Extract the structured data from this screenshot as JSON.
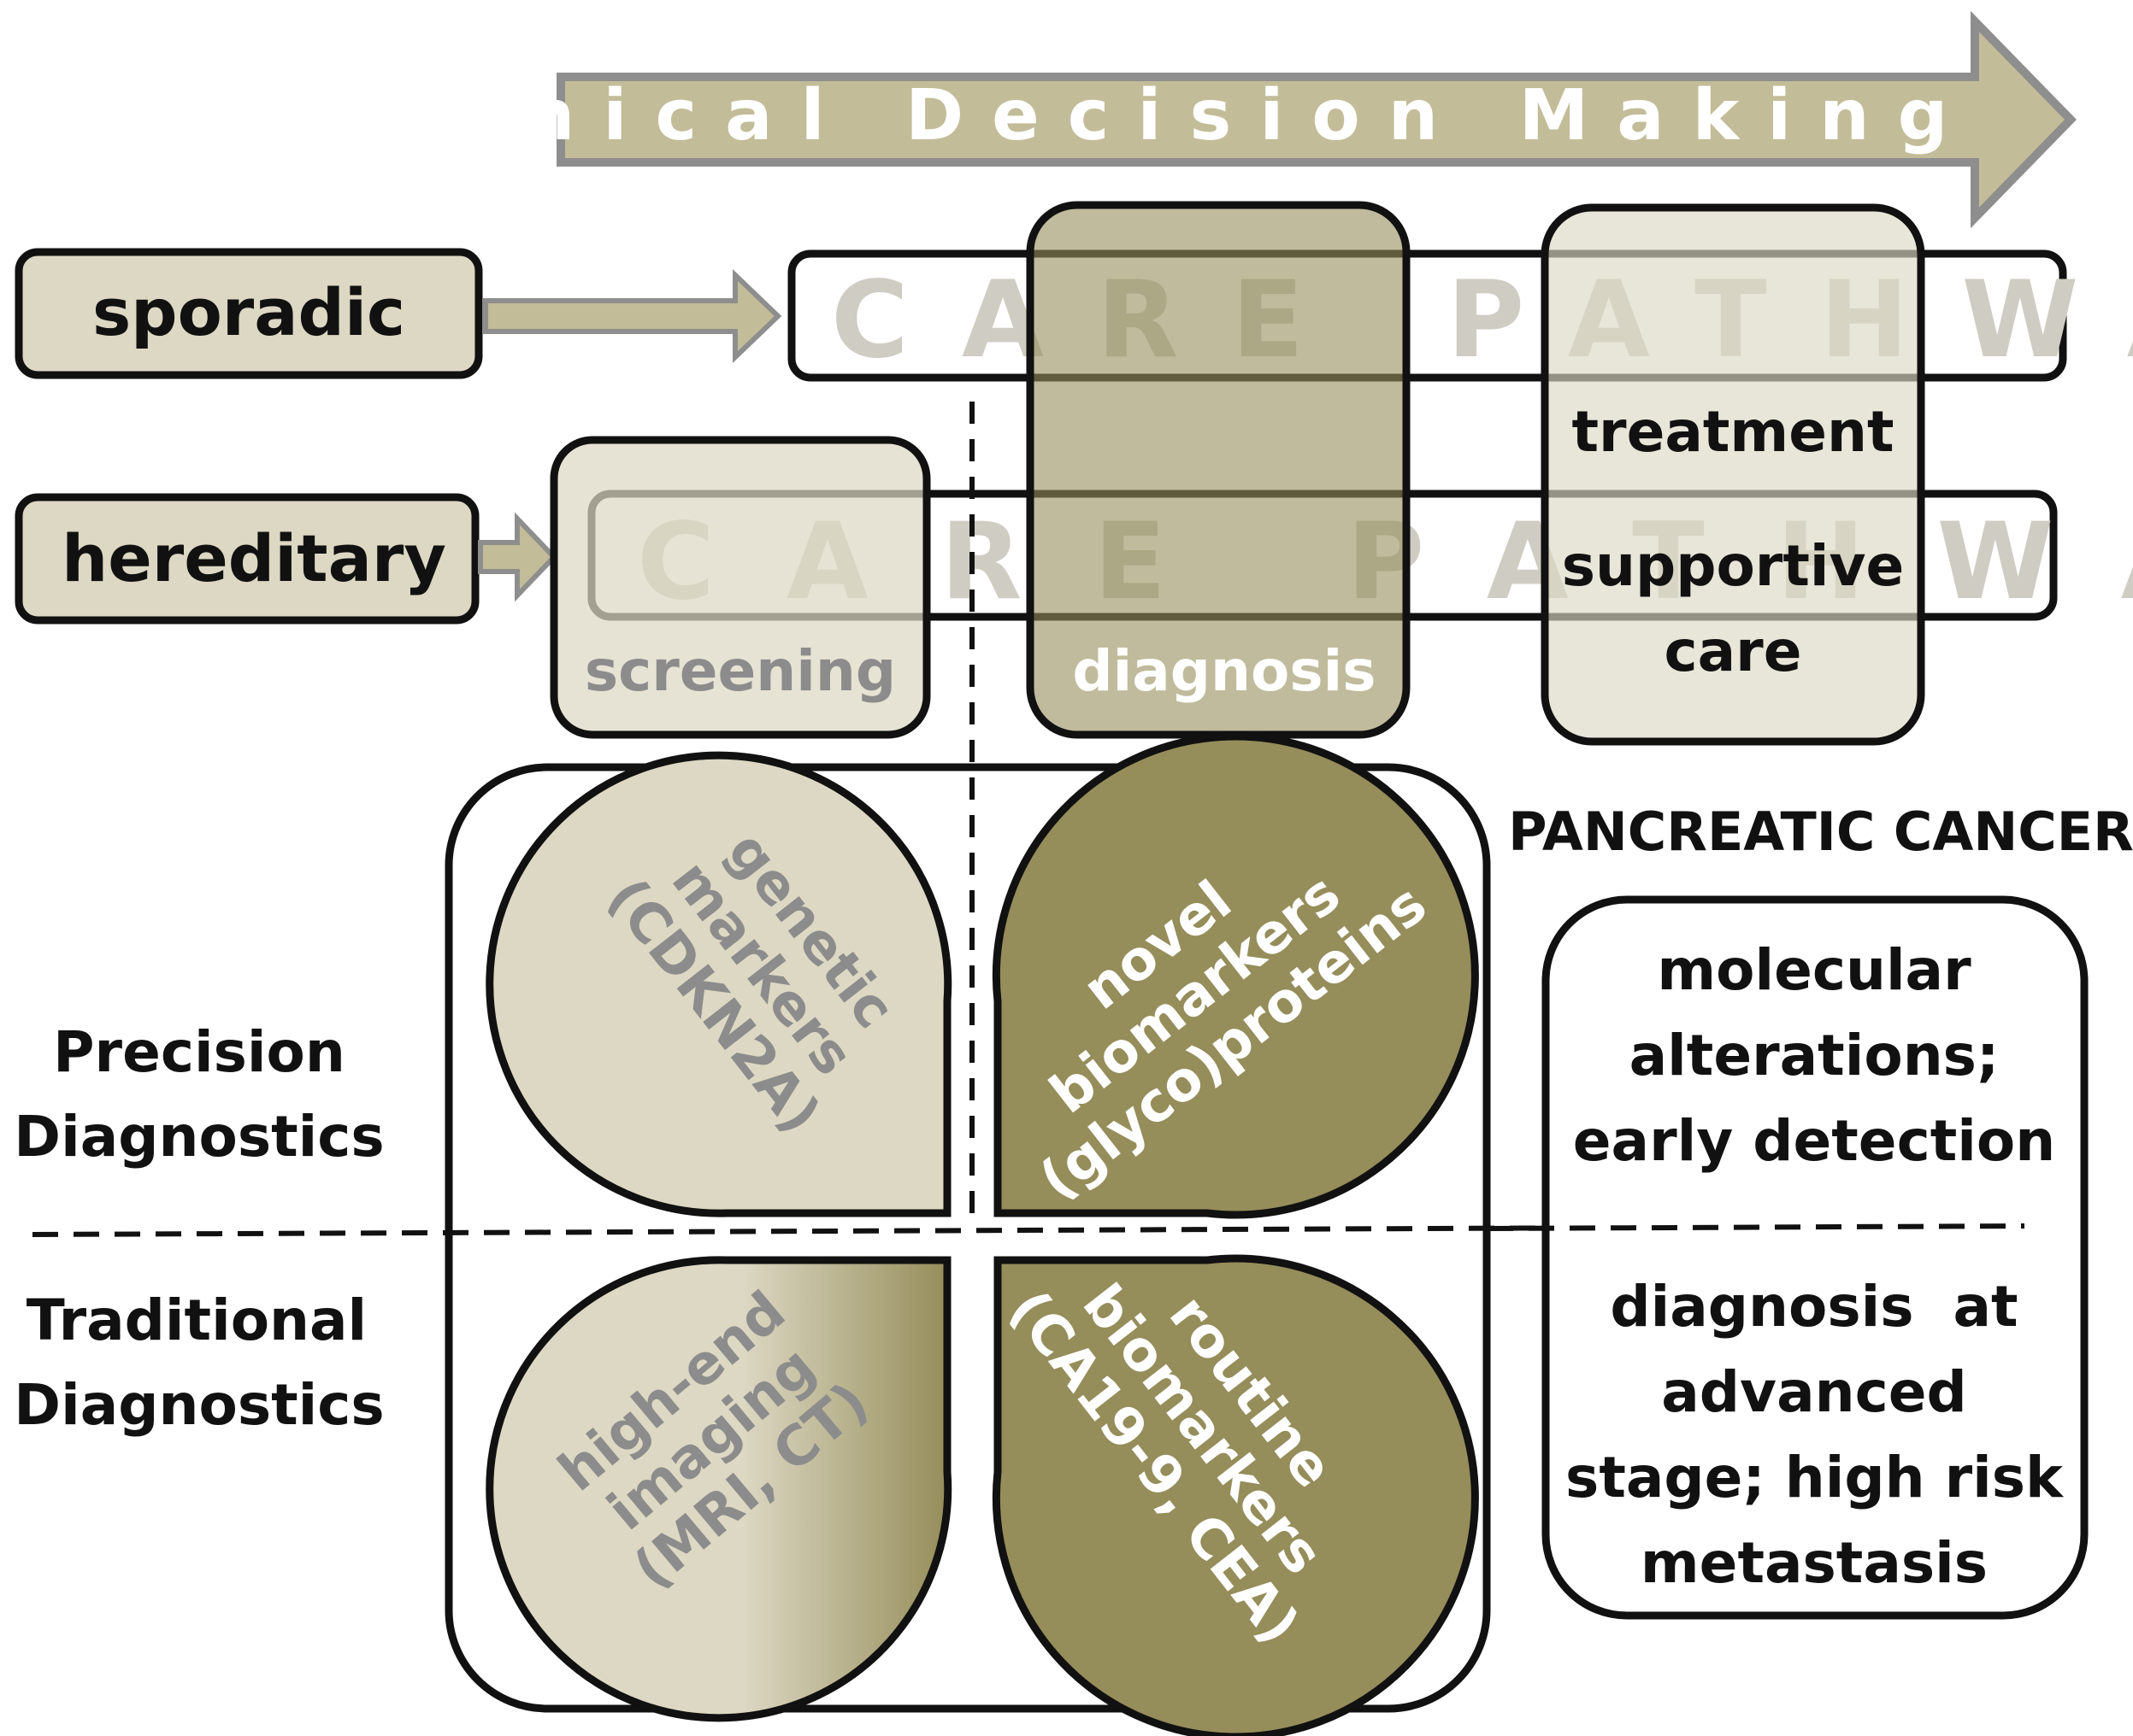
{
  "arrow_title": "Clinical Decision Making",
  "rows": {
    "sporadic": {
      "label": "sporadic",
      "pathway": "CARE PATHWAY"
    },
    "hereditary": {
      "label": "hereditary",
      "pathway": "CARE PATHWAY"
    }
  },
  "stages": {
    "screening": "screening",
    "diagnosis": "diagnosis",
    "treatment": "treatment",
    "supportive_line1": "supportive",
    "supportive_line2": "care"
  },
  "row_labels": {
    "precision_line1": "Precision",
    "precision_line2": "Diagnostics",
    "traditional_line1": "Traditional",
    "traditional_line2": "Diagnostics"
  },
  "quadrants": {
    "genetic": [
      "genetic",
      "markers",
      "(CDKN2A)"
    ],
    "novel": [
      "novel",
      "biomarkers",
      "(glyco)proteins"
    ],
    "imaging": [
      "high-end",
      "imaging",
      "(MRI, CT)"
    ],
    "routine": [
      "routine",
      "biomarkers",
      "(CA19-9, CEA)"
    ]
  },
  "cancer": {
    "title": "PANCREATIC CANCER",
    "precision": [
      "molecular",
      "alterations;",
      "early detection"
    ],
    "traditional": [
      "diagnosis  at",
      "advanced",
      "stage; high risk",
      "metastasis"
    ]
  },
  "colors": {
    "light": "#dcd8c3",
    "medium": "#c2bc98",
    "dark": "#958d5a",
    "pathway_text": "#cfccc3",
    "screening_text": "#8c8c8c",
    "quadrant_text_light": "#8c8c8c",
    "outline": "#111111"
  }
}
